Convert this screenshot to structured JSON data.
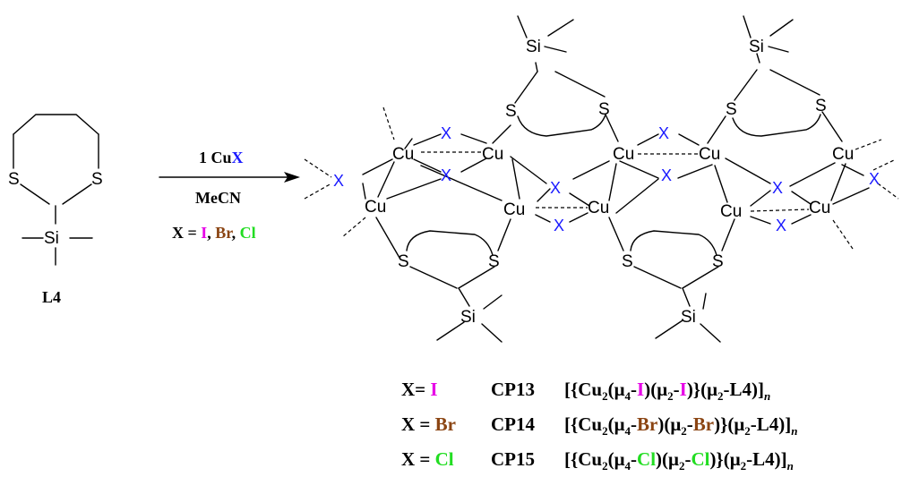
{
  "colors": {
    "halide_generic": "#1a1aff",
    "iodide": "#e600e6",
    "bromide": "#8b4513",
    "chloride": "#22dd22"
  },
  "ligand": {
    "label": "L4",
    "atoms": {
      "s": "S",
      "si": "Si"
    }
  },
  "arrow": {
    "reagent_prefix": "1 Cu",
    "reagent_x": "X",
    "solvent": "MeCN",
    "halides_prefix": "X = ",
    "iodide": "I",
    "bromide": "Br",
    "chloride": "Cl",
    "separator": ", "
  },
  "polymer": {
    "cu": "Cu",
    "x": "X",
    "s": "S",
    "si": "Si"
  },
  "products": [
    {
      "x_label": "X= ",
      "halide": "I",
      "code": "CP13",
      "color_key": "iodide"
    },
    {
      "x_label": "X = ",
      "halide": "Br",
      "code": "CP14",
      "color_key": "bromide"
    },
    {
      "x_label": "X = ",
      "halide": "Cl",
      "code": "CP15",
      "color_key": "chloride"
    }
  ],
  "formula_parts": {
    "open": "[{Cu",
    "cu_sub": "2",
    "mu": "μ",
    "mu4": "4",
    "mu2": "2",
    "close_ligand": "-L4)]",
    "n": "n"
  }
}
